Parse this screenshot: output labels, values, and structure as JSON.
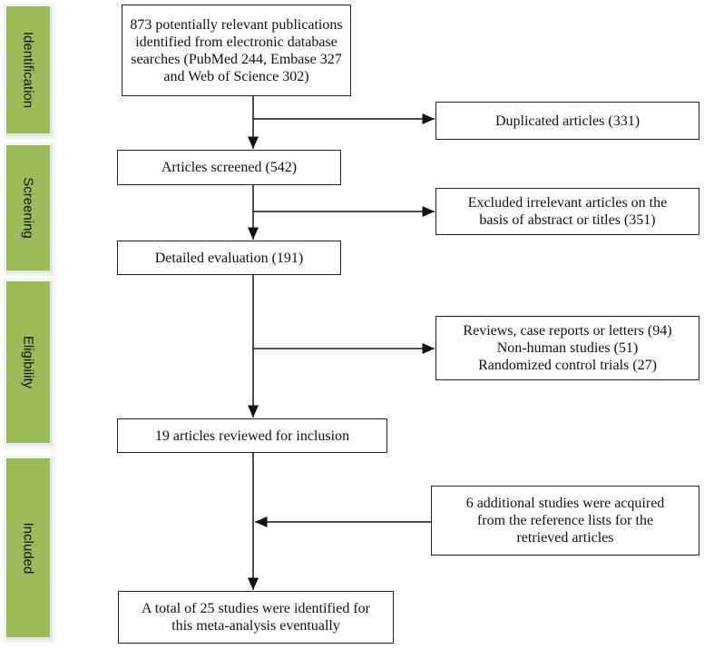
{
  "stages": [
    "Identification",
    "Screening",
    "Eligibility",
    "Included"
  ],
  "boxes": {
    "identified": [
      "873 potentially relevant publications",
      "identified from electronic database",
      "searches (PubMed 244, Embase 327",
      "and Web of Science 302)"
    ],
    "duplicated": [
      "Duplicated articles (331)"
    ],
    "screened": [
      "Articles screened (542)"
    ],
    "excluded": [
      "Excluded irrelevant articles on the",
      "basis of abstract or titles (351)"
    ],
    "detailed": [
      "Detailed evaluation (191)"
    ],
    "eligibility_excluded": [
      "Reviews, case reports or letters (94)",
      "Non-human studies (51)",
      "Randomized control trials (27)"
    ],
    "reviewed": [
      "19 articles reviewed for inclusion"
    ],
    "additional": [
      "6 additional studies were acquired",
      "from the reference lists for the",
      "retrieved articles"
    ],
    "total": [
      "A total of 25 studies were identified for",
      "this meta-analysis eventually"
    ]
  },
  "colors": {
    "stage_fill": "#9bbb59",
    "line": "#111111"
  }
}
